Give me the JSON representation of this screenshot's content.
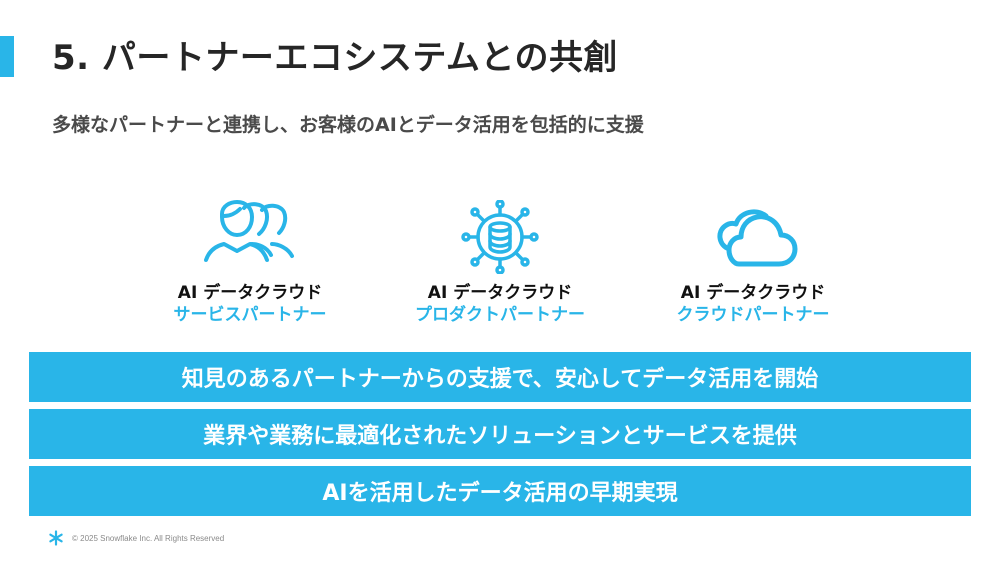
{
  "slide": {
    "title": "5. パートナーエコシステムとの共創",
    "subtitle": "多様なパートナーと連携し、お客様のAIとデータ活用を包括的に支援",
    "accent_color": "#29B5E8"
  },
  "partners": [
    {
      "icon": "people-group-icon",
      "line1": "AI データクラウド",
      "line2": "サービスパートナー"
    },
    {
      "icon": "database-network-icon",
      "line1": "AI データクラウド",
      "line2": "プロダクトパートナー"
    },
    {
      "icon": "cloud-icon",
      "line1": "AI データクラウド",
      "line2": "クラウドパートナー"
    }
  ],
  "benefits": [
    "知見のあるパートナーからの支援で、安心してデータ活用を開始",
    "業界や業務に最適化されたソリューションとサービスを提供",
    "AIを活用したデータ活用の早期実現"
  ],
  "footer": {
    "logo": "snowflake-logo-icon",
    "copyright": "© 2025 Snowflake Inc. All Rights Reserved"
  }
}
